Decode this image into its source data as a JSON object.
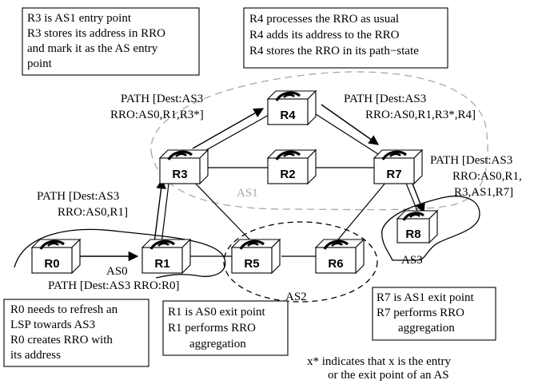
{
  "notes": {
    "r3": [
      "R3 is AS1 entry point",
      "R3 stores its address in RRO",
      "and mark it as the AS entry",
      "point"
    ],
    "r4": [
      "R4 processes the RRO as usual",
      "R4 adds its address to the RRO",
      "R4 stores the RRO in its path−state"
    ],
    "r0": [
      "R0 needs to refresh an",
      "LSP towards AS3",
      "R0 creates RRO with",
      "its address"
    ],
    "r1": [
      "R1 is AS0 exit point",
      "R1 performs RRO",
      "aggregation"
    ],
    "r7": [
      "R7 is AS1 exit point",
      "R7 performs RRO",
      "aggregation"
    ]
  },
  "paths": {
    "r3_to_r4": [
      "PATH [Dest:AS3",
      "RRO:AS0,R1,R3*]"
    ],
    "r4_to_r7": [
      "PATH [Dest:AS3",
      "RRO:AS0,R1,R3*,R4]"
    ],
    "r7_to_r8": [
      "PATH [Dest:AS3",
      "RRO:AS0,R1,",
      "R3,AS1,R7]"
    ],
    "r1_to_r3": [
      "PATH [Dest:AS3",
      "RRO:AS0,R1]"
    ],
    "r0_to_r1": "PATH [Dest:AS3 RRO:R0]"
  },
  "routers": {
    "r0": "R0",
    "r1": "R1",
    "r2": "R2",
    "r3": "R3",
    "r4": "R4",
    "r5": "R5",
    "r6": "R6",
    "r7": "R7",
    "r8": "R8"
  },
  "as_labels": {
    "as0": "AS0",
    "as1": "AS1",
    "as2": "AS2",
    "as3": "AS3"
  },
  "footnote": [
    "x* indicates that x is the entry",
    "or the exit point of an AS"
  ],
  "colors": {
    "as1_boundary": "#a8a8a8",
    "line": "#000000"
  }
}
